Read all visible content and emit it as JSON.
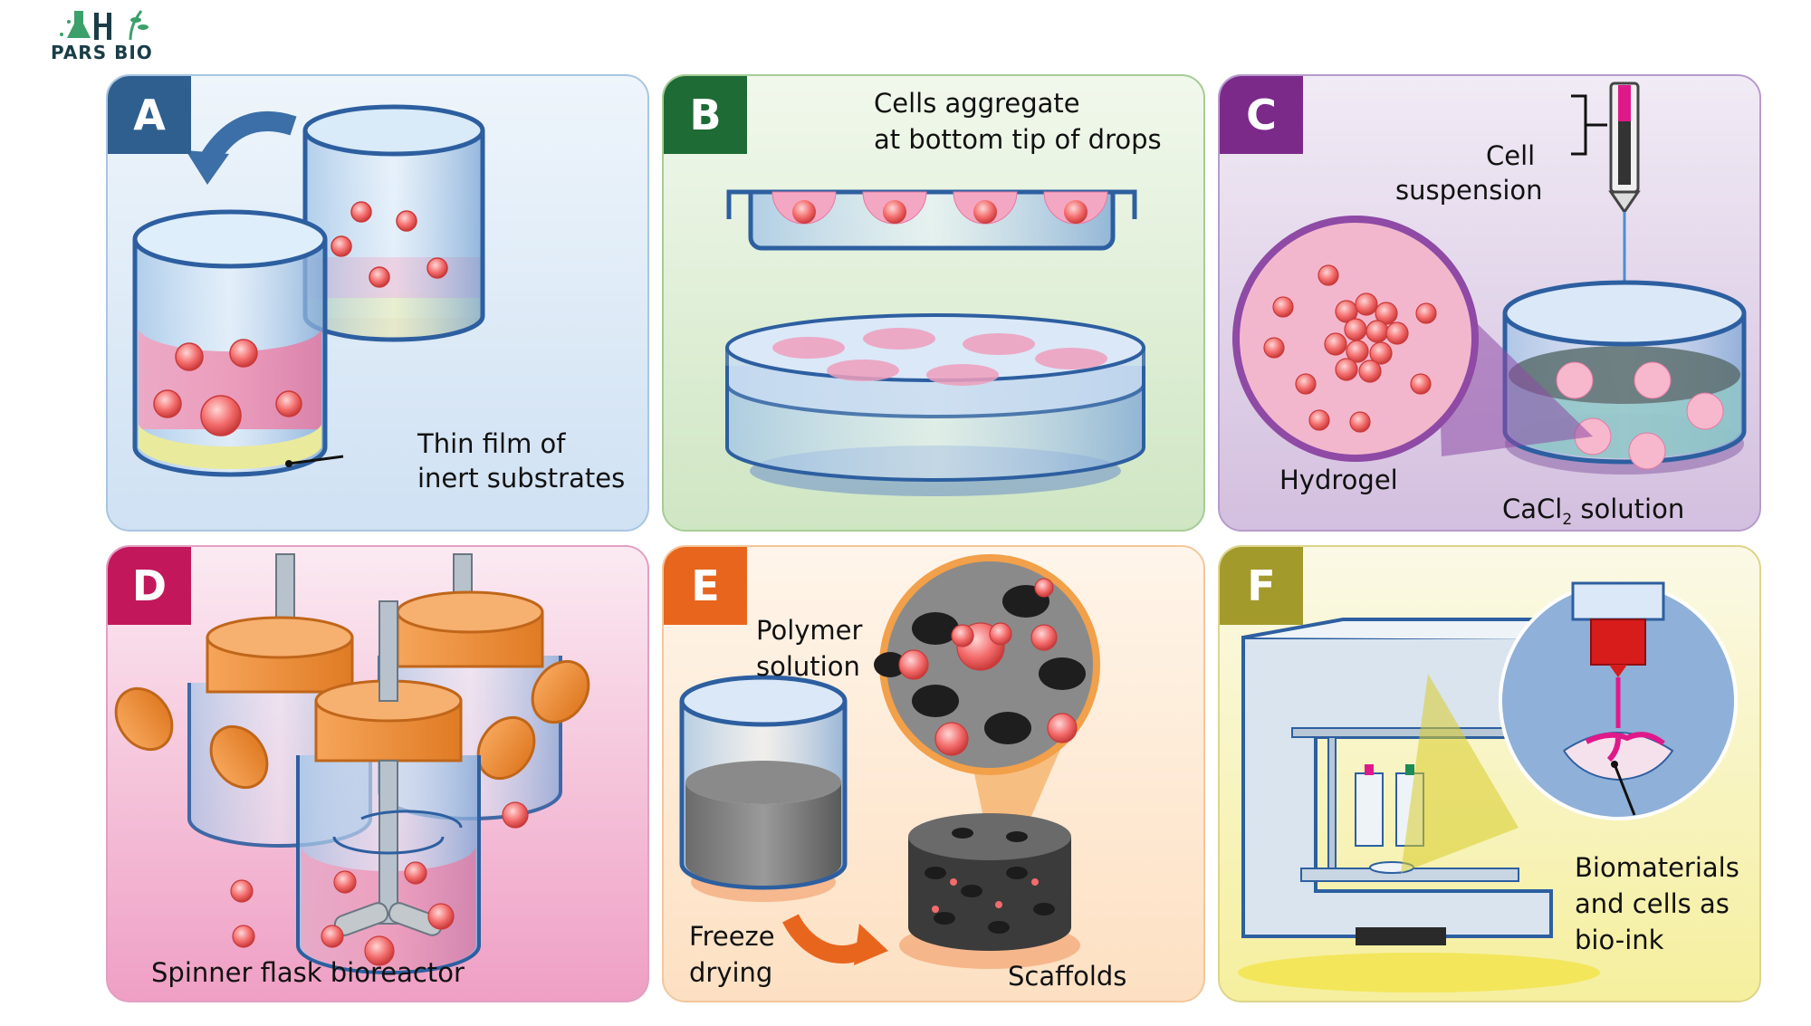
{
  "logo": {
    "text": "PARS BIO",
    "icon": "flask-leaf-icon"
  },
  "panels": [
    {
      "letter": "A",
      "badge_color": "#2f5f8f",
      "labels": [
        "Thin film of",
        "inert substrates"
      ]
    },
    {
      "letter": "B",
      "badge_color": "#1e6b35",
      "labels": [
        "Cells aggregate",
        "at bottom tip of drops"
      ]
    },
    {
      "letter": "C",
      "badge_color": "#7b2a8a",
      "labels": [
        "Cell",
        "suspension",
        "Hydrogel",
        "CaCl",
        "2",
        "solution"
      ]
    },
    {
      "letter": "D",
      "badge_color": "#c2185b",
      "labels": [
        "Spinner flask bioreactor"
      ]
    },
    {
      "letter": "E",
      "badge_color": "#e8651e",
      "labels": [
        "Polymer",
        "solution",
        "Freeze",
        "drying",
        "Scaffolds"
      ]
    },
    {
      "letter": "F",
      "badge_color": "#a39a2c",
      "labels": [
        "Biomaterials",
        "and cells as",
        "bio-ink"
      ]
    }
  ]
}
